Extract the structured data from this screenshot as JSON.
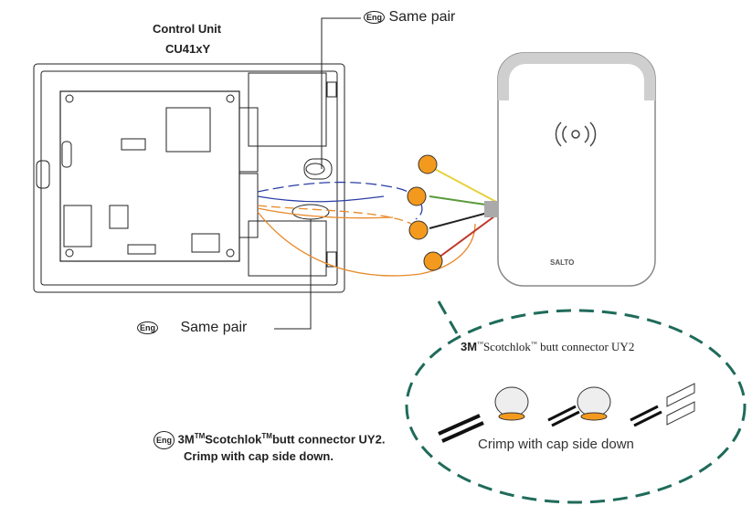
{
  "control_unit": {
    "title": "Control Unit",
    "model": "CU41xY"
  },
  "labels": {
    "eng": "Eng",
    "same_pair_top": "Same pair",
    "same_pair_bottom": "Same pair",
    "note_line1_a": "3M",
    "tm": "TM",
    "note_line1_b": "Scotchlok",
    "note_line1_c": "butt connector UY2.",
    "note_line2": "Crimp with cap side down."
  },
  "reader": {
    "brand": "SALTO"
  },
  "callout": {
    "brand": "3M",
    "tm": "™",
    "title": "Scotchlok",
    "title_tm": "™",
    "title_rest": " butt connector UY2",
    "caption": "Crimp with cap side down"
  },
  "colors": {
    "dashed_callout": "#1f6b5a",
    "connector_cap": "#f39a1e",
    "wire_blue": "#2b3fa6",
    "wire_orange": "#e8892a",
    "wire_green": "#5a9a3a",
    "wire_red": "#c0392b",
    "wire_yellow": "#e6d23a",
    "reader_top": "#cfcfcf"
  }
}
